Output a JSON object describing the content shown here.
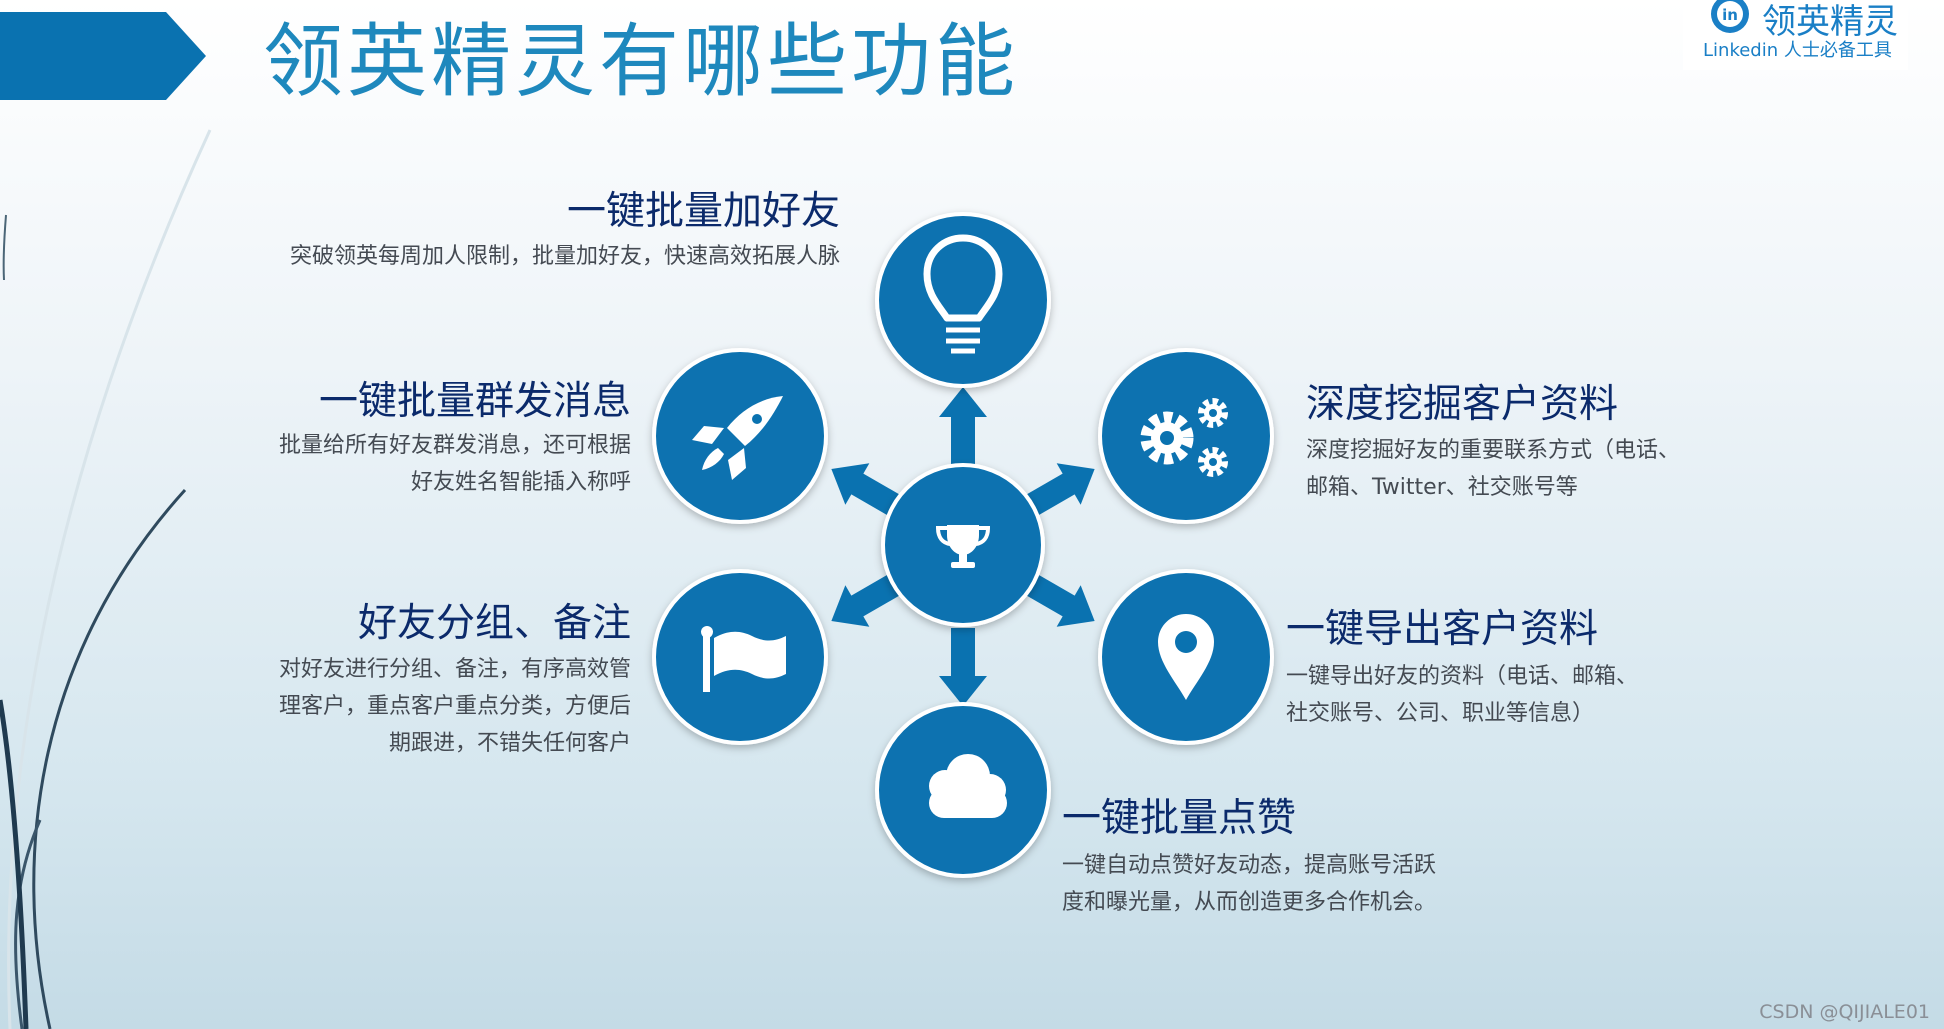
{
  "header": {
    "title": "领英精灵有哪些功能"
  },
  "logo": {
    "name": "领英精灵",
    "tagline": "Linkedin 人士必备工具",
    "mark_text": "in"
  },
  "center": {
    "icon": "trophy-icon"
  },
  "features": [
    {
      "id": "batch-add-friends",
      "icon": "lightbulb-icon",
      "title": "一键批量加好友",
      "lines": [
        "突破领英每周加人限制，批量加好友，快速高效拓展人脉"
      ]
    },
    {
      "id": "batch-message",
      "icon": "rocket-icon",
      "title": "一键批量群发消息",
      "lines": [
        "批量给所有好友群发消息，还可根据",
        "好友姓名智能插入称呼"
      ]
    },
    {
      "id": "group-notes",
      "icon": "flag-icon",
      "title": "好友分组、备注",
      "lines": [
        "对好友进行分组、备注，有序高效管",
        "理客户，重点客户重点分类，方便后",
        "期跟进，不错失任何客户"
      ]
    },
    {
      "id": "deep-mining",
      "icon": "gears-icon",
      "title": "深度挖掘客户资料",
      "lines": [
        "深度挖掘好友的重要联系方式（电话、",
        "邮箱、Twitter、社交账号等"
      ]
    },
    {
      "id": "export-data",
      "icon": "location-pin-icon",
      "title": "一键导出客户资料",
      "lines": [
        "一键导出好友的资料（电话、邮箱、",
        "社交账号、公司、职业等信息）"
      ]
    },
    {
      "id": "batch-like",
      "icon": "cloud-icon",
      "title": "一键批量点赞",
      "lines": [
        "一键自动点赞好友动态，提高账号活跃",
        "度和曝光量，从而创造更多合作机会。"
      ]
    }
  ],
  "watermark": "CSDN @QIJIALE01",
  "colors": {
    "circle": "#0a72b0",
    "title": "#1e88bd",
    "feature_title": "#0b2a6b",
    "banner": "#0a72b0"
  }
}
